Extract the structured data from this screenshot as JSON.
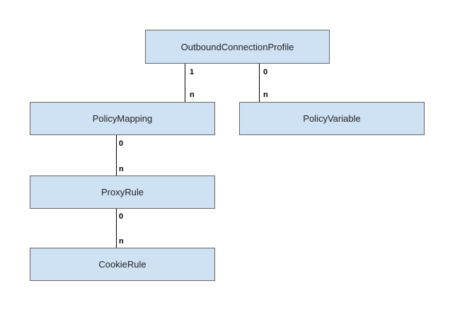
{
  "entities": {
    "root": "OutboundConnectionProfile",
    "policy_mapping": "PolicyMapping",
    "policy_variable": "PolicyVariable",
    "proxy_rule": "ProxyRule",
    "cookie_rule": "CookieRule"
  },
  "relations": {
    "root_to_policy_mapping": {
      "source": "1",
      "target": "n"
    },
    "root_to_policy_variable": {
      "source": "0",
      "target": "n"
    },
    "policy_mapping_to_proxy_rule": {
      "source": "0",
      "target": "n"
    },
    "proxy_rule_to_cookie_rule": {
      "source": "0",
      "target": "n"
    }
  },
  "colors": {
    "entity_fill": "#cfe2f3",
    "entity_border": "#666666",
    "connector": "#000000"
  }
}
